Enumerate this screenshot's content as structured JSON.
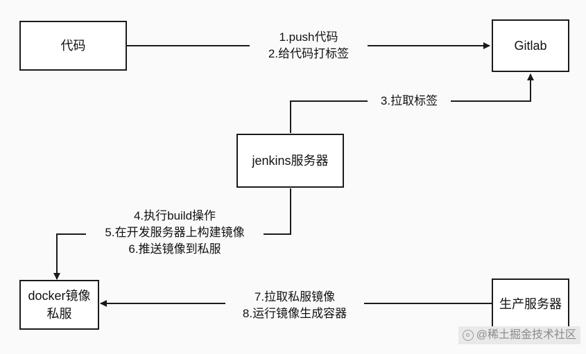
{
  "nodes": {
    "code": "代码",
    "gitlab": "Gitlab",
    "jenkins": "jenkins服务器",
    "docker_registry": "docker镜像私服",
    "production": "生产服务器"
  },
  "edges": {
    "code_to_gitlab": [
      "1.push代码",
      "2.给代码打标签"
    ],
    "jenkins_to_gitlab": [
      "3.拉取标签"
    ],
    "jenkins_to_docker": [
      "4.执行build操作",
      "5.在开发服务器上构建镜像",
      "6.推送镜像到私服"
    ],
    "production_to_docker": [
      "7.拉取私服镜像",
      "8.运行镜像生成容器"
    ]
  },
  "watermark": "@稀土掘金技术社区"
}
